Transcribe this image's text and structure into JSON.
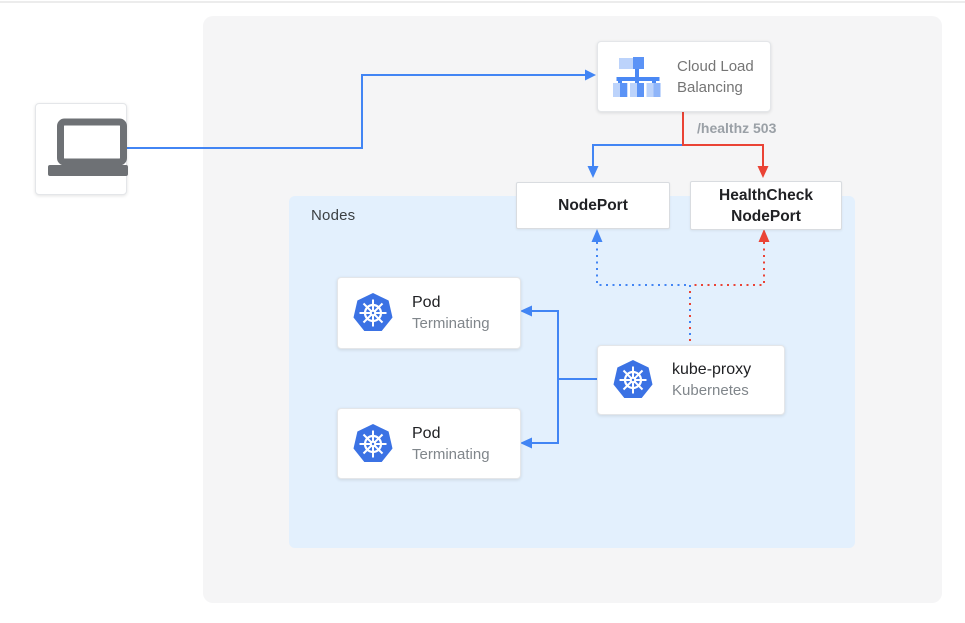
{
  "colors": {
    "accent_blue": "#4285f4",
    "accent_red": "#ea4335",
    "kubernetes_blue": "#3b72e4",
    "laptop_gray": "#6e7175",
    "outer_panel_bg": "#f5f5f6",
    "nodes_panel_bg": "#e3f0fd",
    "muted_text": "#80868b",
    "dark_text": "#202124"
  },
  "client": {
    "icon": "laptop-icon"
  },
  "cloud_load_balancing": {
    "icon": "load-balancer-icon",
    "label_line1": "Cloud Load",
    "label_line2": "Balancing"
  },
  "edge_label": {
    "text": "/healthz 503"
  },
  "node_port": {
    "label": "NodePort"
  },
  "health_check_node_port": {
    "label_line1": "HealthCheck",
    "label_line2": "NodePort"
  },
  "nodes_panel": {
    "label": "Nodes"
  },
  "pods": [
    {
      "icon": "kubernetes-icon",
      "title": "Pod",
      "subtitle": "Terminating"
    },
    {
      "icon": "kubernetes-icon",
      "title": "Pod",
      "subtitle": "Terminating"
    }
  ],
  "kube_proxy": {
    "icon": "kubernetes-icon",
    "title": "kube-proxy",
    "subtitle": "Kubernetes"
  }
}
